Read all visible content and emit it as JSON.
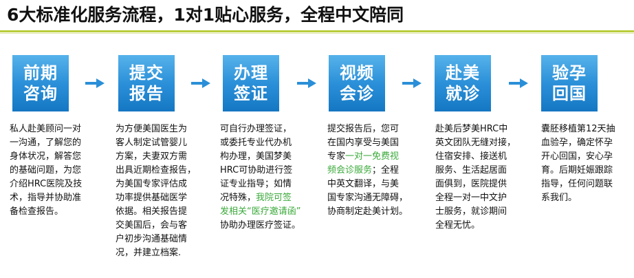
{
  "title": "6大标准化服务流程，1对1贴心服务，全程中文陪同",
  "accent_color": "#2a8fd8",
  "underline_color": "#b9cc3a",
  "highlight_color": "#3aa93a",
  "steps": [
    {
      "title_lines": [
        "前期",
        "咨询"
      ],
      "desc_lines": [
        [
          {
            "t": "私人赴美顾问一对"
          }
        ],
        [
          {
            "t": "一沟通，了解您的"
          }
        ],
        [
          {
            "t": "身体状况，解答您"
          }
        ],
        [
          {
            "t": "的基础问题，为您"
          }
        ],
        [
          {
            "t": "介绍HRC医院及技"
          }
        ],
        [
          {
            "t": "术，指导并协助准"
          }
        ],
        [
          {
            "t": "备检查报告。"
          }
        ]
      ]
    },
    {
      "title_lines": [
        "提交",
        "报告"
      ],
      "desc_lines": [
        [
          {
            "t": "为方便美国医生为"
          }
        ],
        [
          {
            "t": "客人制定试管婴儿"
          }
        ],
        [
          {
            "t": "方案，夫妻双方需"
          }
        ],
        [
          {
            "t": "出具近期检查报告，"
          }
        ],
        [
          {
            "t": "为美国专家评估成"
          }
        ],
        [
          {
            "t": "功率提供基础医学"
          }
        ],
        [
          {
            "t": "依据。相关报告提"
          }
        ],
        [
          {
            "t": "交美国后，会与客"
          }
        ],
        [
          {
            "t": "户初步沟通基础情"
          }
        ],
        [
          {
            "t": "况，并建立档案."
          }
        ]
      ]
    },
    {
      "title_lines": [
        "办理",
        "签证"
      ],
      "desc_lines": [
        [
          {
            "t": "可自行办理签证，"
          }
        ],
        [
          {
            "t": "或委托专业代办机"
          }
        ],
        [
          {
            "t": "构办理，美国梦美"
          }
        ],
        [
          {
            "t": "HRC可协助进行签"
          }
        ],
        [
          {
            "t": "证专业指导；如情"
          }
        ],
        [
          {
            "t": "况特殊，"
          },
          {
            "t": "我院可签",
            "hl": true
          }
        ],
        [
          {
            "t": "发相关“医疗邀请函”",
            "hl": true
          }
        ],
        [
          {
            "t": "协助办理医疗签证。"
          }
        ]
      ]
    },
    {
      "title_lines": [
        "视频",
        "会诊"
      ],
      "desc_lines": [
        [
          {
            "t": "提交报告后，您可"
          }
        ],
        [
          {
            "t": "在国内享受与美国"
          }
        ],
        [
          {
            "t": "专家"
          },
          {
            "t": "一对一免费视",
            "hl": true
          }
        ],
        [
          {
            "t": "频会诊服务",
            "hl": true
          },
          {
            "t": "；全程"
          }
        ],
        [
          {
            "t": "中英文翻译，与美"
          }
        ],
        [
          {
            "t": "国专家沟通无障碍，"
          }
        ],
        [
          {
            "t": "协商制定赴美计划。"
          }
        ]
      ]
    },
    {
      "title_lines": [
        "赴美",
        "就诊"
      ],
      "desc_lines": [
        [
          {
            "t": "赴美后梦美HRC中"
          }
        ],
        [
          {
            "t": "英文团队无缝对接，"
          }
        ],
        [
          {
            "t": "住宿安排、接送机"
          }
        ],
        [
          {
            "t": "服务、生活起居面"
          }
        ],
        [
          {
            "t": "面俱到，医院提供"
          }
        ],
        [
          {
            "t": "全程一对一中文护"
          }
        ],
        [
          {
            "t": "士服务，就诊期间"
          }
        ],
        [
          {
            "t": "全程无忧。"
          }
        ]
      ]
    },
    {
      "title_lines": [
        "验孕",
        "回国"
      ],
      "desc_lines": [
        [
          {
            "t": "囊胚移植第12天抽"
          }
        ],
        [
          {
            "t": "血验孕，确定怀孕"
          }
        ],
        [
          {
            "t": "开心回国，安心孕"
          }
        ],
        [
          {
            "t": "育。后期妊娠跟踪"
          }
        ],
        [
          {
            "t": "指导，任何问题联"
          }
        ],
        [
          {
            "t": "系我们。"
          }
        ]
      ]
    }
  ]
}
